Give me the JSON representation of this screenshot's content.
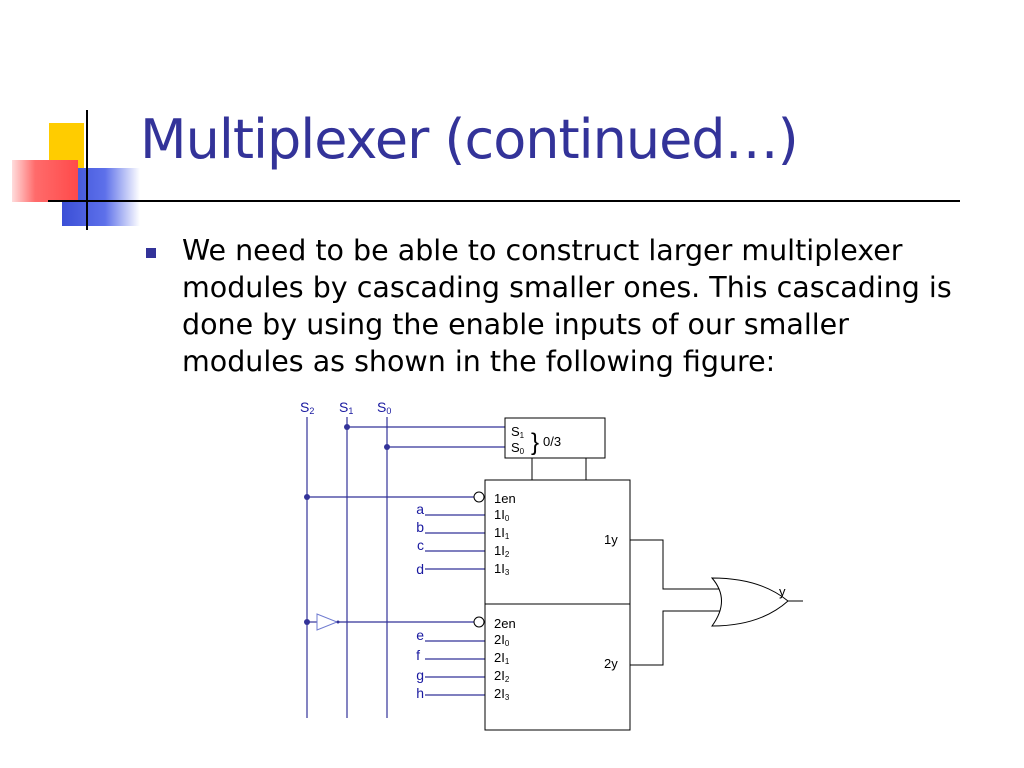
{
  "slide": {
    "title": "Multiplexer (continued…)",
    "bullet": "We need to be able to construct larger multiplexer modules by cascading smaller ones.  This cascading is done by using the enable inputs of our smaller modules as shown in the following figure:"
  },
  "diagram": {
    "selects": [
      {
        "name": "S",
        "sub": "2"
      },
      {
        "name": "S",
        "sub": "1"
      },
      {
        "name": "S",
        "sub": "0"
      }
    ],
    "decoder": {
      "inputs": [
        {
          "name": "S",
          "sub": "1"
        },
        {
          "name": "S",
          "sub": "0"
        }
      ],
      "brace": "}",
      "range": "0/3"
    },
    "upper": {
      "enable": "1en",
      "pins": [
        {
          "name": "1I",
          "sub": "0"
        },
        {
          "name": "1I",
          "sub": "1"
        },
        {
          "name": "1I",
          "sub": "2"
        },
        {
          "name": "1I",
          "sub": "3"
        }
      ],
      "output": "1y",
      "inputs": [
        "a",
        "b",
        "c",
        "d"
      ]
    },
    "lower": {
      "enable": "2en",
      "pins": [
        {
          "name": "2I",
          "sub": "0"
        },
        {
          "name": "2I",
          "sub": "1"
        },
        {
          "name": "2I",
          "sub": "2"
        },
        {
          "name": "2I",
          "sub": "3"
        }
      ],
      "output": "2y",
      "inputs": [
        "e",
        "f",
        "g",
        "h"
      ]
    },
    "or_output": "y"
  },
  "colors": {
    "title": "#333399",
    "bullet": "#333399",
    "wire": "#333399",
    "label": "#1a1aa0",
    "deco_yellow": "#ffcc00",
    "deco_blue": "#3b4fd6",
    "deco_red": "#ff5a5a"
  }
}
